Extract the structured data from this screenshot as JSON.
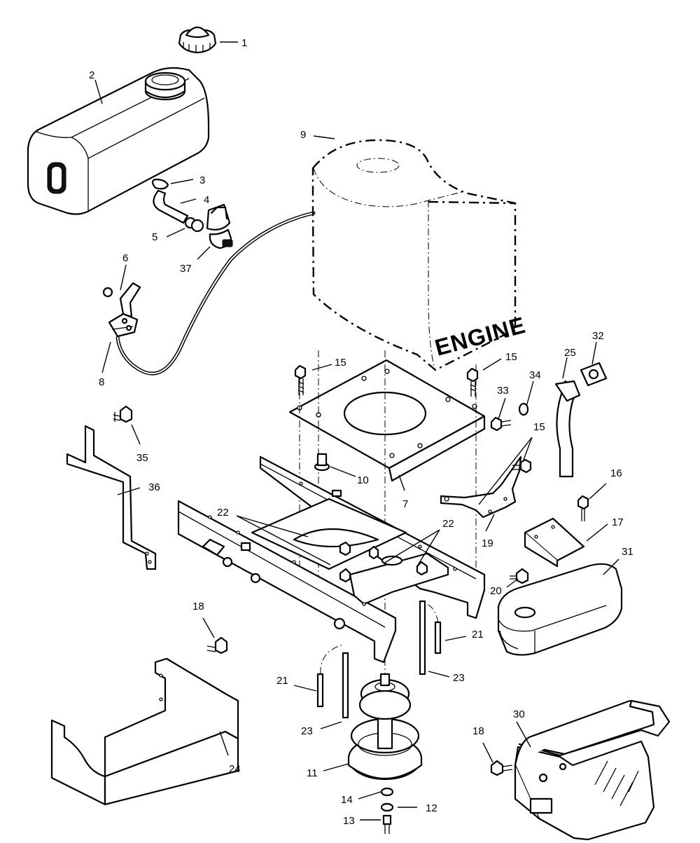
{
  "diagram": {
    "engine_label": "ENGINE",
    "callouts": [
      {
        "id": "c1",
        "text": "1"
      },
      {
        "id": "c2",
        "text": "2"
      },
      {
        "id": "c3",
        "text": "3"
      },
      {
        "id": "c4",
        "text": "4"
      },
      {
        "id": "c5",
        "text": "5"
      },
      {
        "id": "c37",
        "text": "37"
      },
      {
        "id": "c6",
        "text": "6"
      },
      {
        "id": "c8",
        "text": "8"
      },
      {
        "id": "c9",
        "text": "9"
      },
      {
        "id": "c15a",
        "text": "15"
      },
      {
        "id": "c15b",
        "text": "15"
      },
      {
        "id": "c15c",
        "text": "15"
      },
      {
        "id": "c25",
        "text": "25"
      },
      {
        "id": "c32",
        "text": "32"
      },
      {
        "id": "c33",
        "text": "33"
      },
      {
        "id": "c34",
        "text": "34"
      },
      {
        "id": "c35",
        "text": "35"
      },
      {
        "id": "c36",
        "text": "36"
      },
      {
        "id": "c10",
        "text": "10"
      },
      {
        "id": "c7",
        "text": "7"
      },
      {
        "id": "c16",
        "text": "16"
      },
      {
        "id": "c17",
        "text": "17"
      },
      {
        "id": "c19",
        "text": "19"
      },
      {
        "id": "c22a",
        "text": "22"
      },
      {
        "id": "c22b",
        "text": "22"
      },
      {
        "id": "c31",
        "text": "31"
      },
      {
        "id": "c20",
        "text": "20"
      },
      {
        "id": "c18a",
        "text": "18"
      },
      {
        "id": "c21a",
        "text": "21"
      },
      {
        "id": "c21b",
        "text": "21"
      },
      {
        "id": "c23a",
        "text": "23"
      },
      {
        "id": "c23b",
        "text": "23"
      },
      {
        "id": "c24",
        "text": "24"
      },
      {
        "id": "c11",
        "text": "11"
      },
      {
        "id": "c30",
        "text": "30"
      },
      {
        "id": "c18b",
        "text": "18"
      },
      {
        "id": "c14",
        "text": "14"
      },
      {
        "id": "c12",
        "text": "12"
      },
      {
        "id": "c13",
        "text": "13"
      }
    ]
  }
}
